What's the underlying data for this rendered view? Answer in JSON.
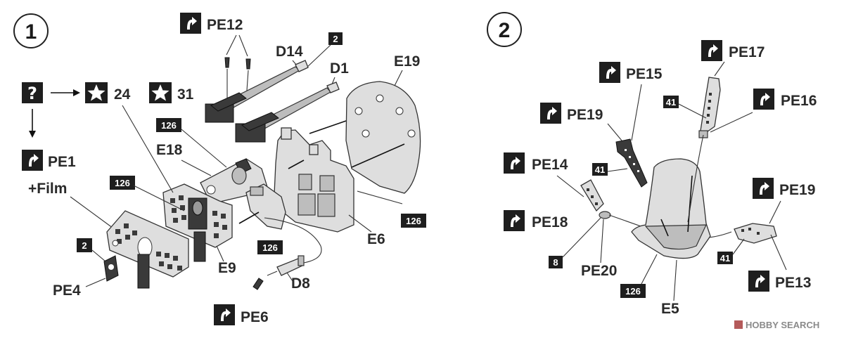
{
  "steps": {
    "s1": "1",
    "s2": "2"
  },
  "step1": {
    "q_symbol": "?",
    "pe1": "PE1",
    "film": "+Film",
    "star24": "24",
    "star31": "31",
    "pe12": "PE12",
    "d14": "D14",
    "badge_2a": "2",
    "d1": "D1",
    "e19": "E19",
    "badge_126a": "126",
    "e18": "E18",
    "badge_126b": "126",
    "badge_126c": "126",
    "e6": "E6",
    "badge_126d": "126",
    "d8": "D8",
    "e9": "E9",
    "badge_2b": "2",
    "pe4": "PE4",
    "pe6": "PE6"
  },
  "step2": {
    "pe17": "PE17",
    "pe15": "PE15",
    "pe16": "PE16",
    "badge_41a": "41",
    "pe19a": "PE19",
    "pe14": "PE14",
    "badge_41b": "41",
    "pe19b": "PE19",
    "pe18": "PE18",
    "badge_8": "8",
    "pe20": "PE20",
    "badge_41c": "41",
    "pe13": "PE13",
    "badge_126": "126",
    "e5": "E5"
  },
  "watermark": "HOBBY SEARCH",
  "watermark_icon": "hobbysearch-logo-icon",
  "colors": {
    "ink": "#1a1a1a",
    "part_fill": "#dedede",
    "badge": "#1e1e1e"
  }
}
